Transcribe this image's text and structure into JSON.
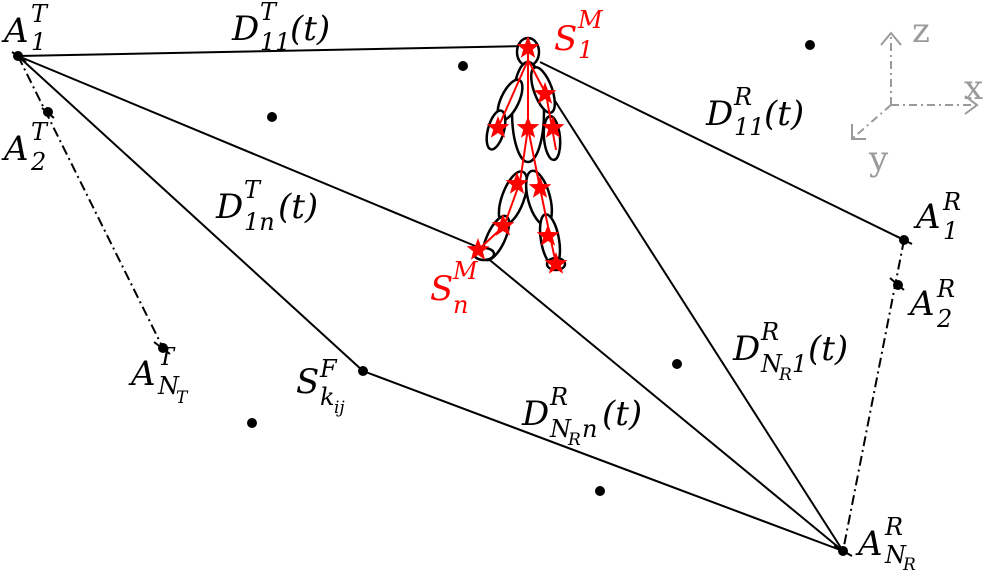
{
  "colors": {
    "ink": "#000000",
    "human": "#ff0000",
    "axis": "#9a9a9a"
  },
  "axes": {
    "z": "z",
    "x": "x",
    "y": "y"
  },
  "labels": {
    "A1T": {
      "base": "A",
      "sup": "T",
      "sub": "1"
    },
    "A2T": {
      "base": "A",
      "sup": "T",
      "sub": "2"
    },
    "ANTT": {
      "base": "A",
      "sup": "T",
      "sub": "N",
      "subsub": "T"
    },
    "A1R": {
      "base": "A",
      "sup": "R",
      "sub": "1"
    },
    "A2R": {
      "base": "A",
      "sup": "R",
      "sub": "2"
    },
    "ANRR": {
      "base": "A",
      "sup": "R",
      "sub": "N",
      "subsub": "R"
    },
    "S1M": {
      "base": "S",
      "sup": "M",
      "sub": "1"
    },
    "SnM": {
      "base": "S",
      "sup": "M",
      "sub": "n"
    },
    "SkF": {
      "base": "S",
      "sup": "F",
      "sub": "k",
      "subsub": "ij"
    },
    "D11T": {
      "base": "D",
      "sup": "T",
      "sub": "11",
      "tail": "(t)"
    },
    "D1nT": {
      "base": "D",
      "sup": "T",
      "sub": "1n",
      "tail": "(t)"
    },
    "D11R": {
      "base": "D",
      "sup": "R",
      "sub": "11",
      "tail": "(t)"
    },
    "DNR1R": {
      "base": "D",
      "sup": "R",
      "sub": "N",
      "subsub": "R",
      "sub_after": "1",
      "tail": "(t)"
    },
    "DNRnR": {
      "base": "D",
      "sup": "R",
      "sub": "N",
      "subsub": "R",
      "sub_after": "n",
      "tail": "(t)"
    }
  }
}
